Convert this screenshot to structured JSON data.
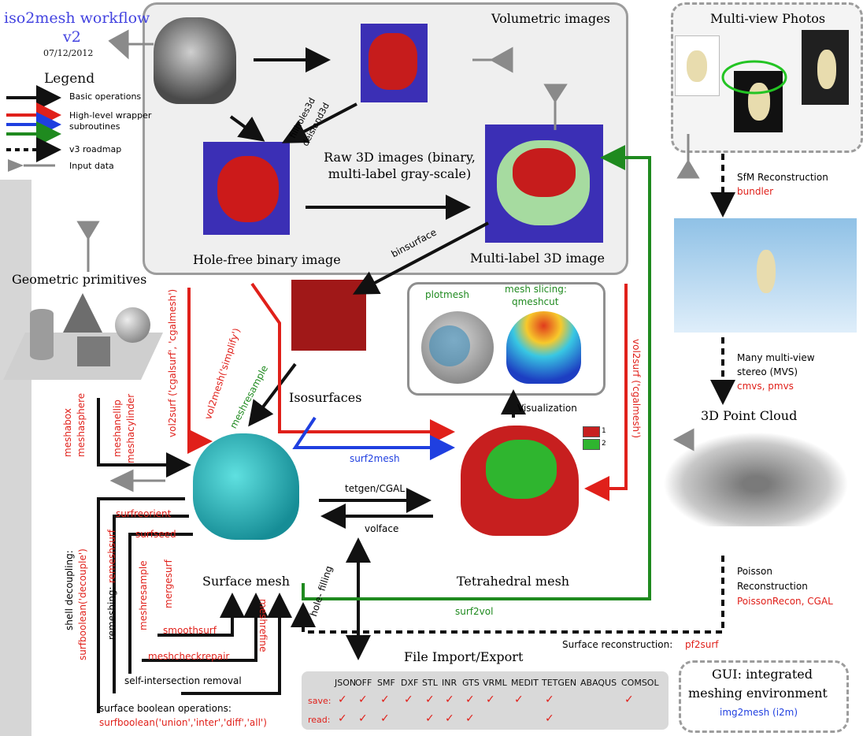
{
  "title": {
    "line1": "iso2mesh workflow",
    "line2": "v2",
    "date": "07/12/2012"
  },
  "legend": {
    "heading": "Legend",
    "items": [
      {
        "label": "Basic operations",
        "color": "#111111",
        "style": "solid"
      },
      {
        "label": "High-level wrapper",
        "color": "#e0201a",
        "style": "solid"
      },
      {
        "label": "subroutines",
        "color": "#1f3fe0",
        "style": "solid"
      },
      {
        "label": "",
        "color": "#1f8a1f",
        "style": "solid"
      },
      {
        "label": "v3 roadmap",
        "color": "#111111",
        "style": "dashed"
      },
      {
        "label": "Input data",
        "color": "#8a8a8a",
        "style": "input"
      }
    ]
  },
  "volumetric": {
    "title": "Volumetric images",
    "raw_label": "Raw 3D images (binary, multi-label gray-scale)",
    "holefree_label": "Hole-free binary image",
    "multilabel_label": "Multi-label 3D image",
    "op_fillholes": "fillholes3d",
    "op_deisland": "deisland3d"
  },
  "multiview": {
    "title": "Multi-view Photos"
  },
  "sfm": {
    "label": "SfM Reconstruction",
    "tool": "bundler"
  },
  "mvs": {
    "label1": "Many multi-view",
    "label2": "stereo (MVS)",
    "tool": "cmvs, pmvs"
  },
  "pointcloud": {
    "title": "3D Point Cloud"
  },
  "poisson": {
    "label1": "Poisson",
    "label2": "Reconstruction",
    "tool": "PoissonRecon, CGAL"
  },
  "gui": {
    "title1": "GUI: integrated",
    "title2": "meshing environment",
    "tool": "img2mesh (i2m)"
  },
  "nodes": {
    "geometric": "Geometric primitives",
    "isosurfaces": "Isosurfaces",
    "surface_mesh": "Surface mesh",
    "tet_mesh": "Tetrahedral mesh",
    "file_io": "File Import/Export"
  },
  "ops": {
    "binsurface": "binsurface",
    "vol2surf_cgal": "vol2surf ('cgalsurf', 'cgalmesh')",
    "vol2mesh_simplify": "vol2mesh('simplify')",
    "meshresample": "meshresample",
    "vol2surf_right": "vol2surf ('cgalmesh')",
    "surf2mesh": "surf2mesh",
    "visualization": "Visualization",
    "tetgen": "tetgen/CGAL",
    "volface": "volface",
    "surf2vol": "surf2vol",
    "surface_recon": "Surface reconstruction:",
    "pf2surf": "pf2surf",
    "meshabox": "meshabox",
    "meshasphere": "meshasphere",
    "meshanellip": "meshanellip",
    "meshacylinder": "meshacylinder",
    "hole_filling": "hole- filling"
  },
  "viz": {
    "plotmesh": "plotmesh",
    "slicing1": "mesh slicing:",
    "slicing2": "qmeshcut"
  },
  "tet_legend": [
    "1",
    "2"
  ],
  "surface_ops": {
    "surfreorient": "surfreorient",
    "surfseed": "surfseed",
    "remeshsurf": "remeshsurf",
    "remeshing": "remeshing:",
    "meshresample": "meshresample",
    "mergesurf": "mergesurf",
    "smoothsurf": "smoothsurf",
    "meshcheckrepair": "meshcheckrepair",
    "meshrefine": "meshrefine",
    "selfintersection": "self-intersection removal",
    "boolean_label": "surface boolean operations:",
    "boolean_call": "surfboolean('union','inter','diff','all')",
    "shell1": "shell decoupling:",
    "shell2": "surfboolean('decouple')"
  },
  "file_table": {
    "formats": [
      "JSON",
      "OFF",
      "SMF",
      "DXF",
      "STL",
      "INR",
      "GTS",
      "VRML",
      "MEDIT",
      "TETGEN",
      "ABAQUS",
      "COMSOL"
    ],
    "save_label": "save:",
    "read_label": "read:",
    "save": [
      true,
      true,
      true,
      true,
      true,
      true,
      true,
      true,
      true,
      true,
      false,
      true
    ],
    "read": [
      true,
      true,
      true,
      false,
      true,
      true,
      true,
      false,
      false,
      true,
      false,
      false
    ]
  }
}
